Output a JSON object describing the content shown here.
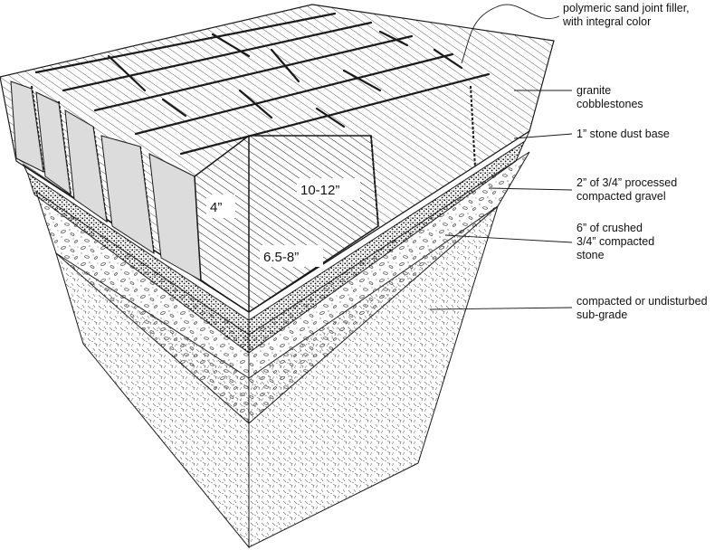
{
  "labels": {
    "joint_filler": {
      "line1": "polymeric sand joint filler,",
      "line2": "with integral color"
    },
    "cobblestones": {
      "line1": "granite",
      "line2": "cobblestones"
    },
    "stone_dust": {
      "line1": "1” stone dust base"
    },
    "gravel": {
      "line1": "2” of 3/4” processed",
      "line2": "compacted gravel"
    },
    "crushed_stone": {
      "line1": "6” of crushed",
      "line2": "3/4” compacted",
      "line3": "stone"
    },
    "subgrade": {
      "line1": "compacted or undisturbed",
      "line2": "sub-grade"
    }
  },
  "dimensions": {
    "length": "10-12”",
    "height": "4”",
    "width": "6.5-8”"
  },
  "colors": {
    "line": "#1a1a1a",
    "stone_side": "#dcdcdc",
    "paper": "#ffffff"
  }
}
